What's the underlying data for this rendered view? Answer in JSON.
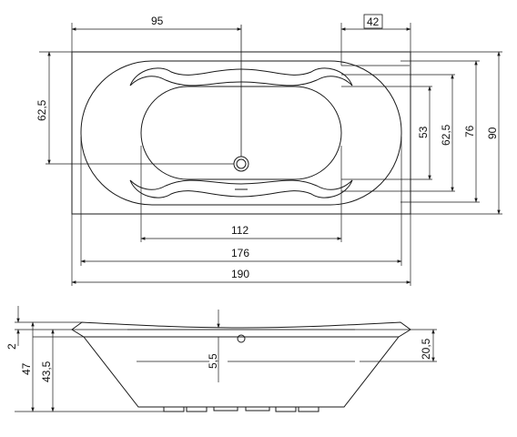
{
  "top_view": {
    "dim_drain_from_left": "95",
    "dim_boxed": "42",
    "dim_left_vertical": "62,5",
    "dim_53": "53",
    "dim_62_5_right": "62,5",
    "dim_76": "76",
    "dim_90": "90",
    "dim_112": "112",
    "dim_176": "176",
    "dim_190": "190"
  },
  "side_view": {
    "dim_2": "2",
    "dim_47": "47",
    "dim_43_5": "43,5",
    "dim_5_5": "5,5",
    "dim_20_5": "20,5"
  }
}
